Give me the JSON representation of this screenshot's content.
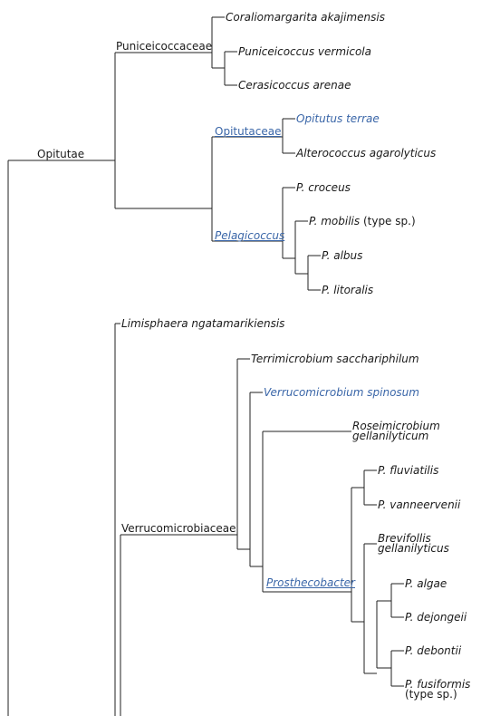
{
  "tree": {
    "opitutae": "Opitutae",
    "puniceicoccaceae": "Puniceicoccaceae",
    "coraliomargarita": "Coraliomargarita akajimensis",
    "puniceicoccus": "Puniceicoccus vermicola",
    "cerasicoccus": "Cerasicoccus arenae",
    "opitutaceae": "Opitutaceae",
    "opitutus": "Opitutus terrae",
    "alterococcus": "Alterococcus agarolyticus",
    "pelagicoccus": "Pelagicoccus",
    "p_croceus": "P. croceus",
    "p_mobilis": "P. mobilis",
    "type_sp": "(type sp.)",
    "p_albus": "P. albus",
    "p_litoralis": "P. litoralis",
    "limisphaera": "Limisphaera ngatamarikiensis",
    "verrucomicrobiaceae": "Verrucomicrobiaceae",
    "terrimicrobium": "Terrimicrobium sacchariphilum",
    "verrucomicrobium": "Verrucomicrobium spinosum",
    "roseimicrobium_1": "Roseimicrobium",
    "roseimicrobium_2": "gellanilyticum",
    "p_fluviatilis": "P. fluviatilis",
    "p_vanneervenii": "P. vanneervenii",
    "brevifollis_1": "Brevifollis",
    "brevifollis_2": "gellanilyticus",
    "prosthecobacter": "Prosthecobacter",
    "p_algae": "P. algae",
    "p_dejongeii": "P. dejongeii",
    "p_debontii": "P. debontii",
    "p_fusiformis": "P. fusiformis",
    "p_fusiformis_type": "(type sp.)"
  },
  "colors": {
    "link": "#3a66a8",
    "line": "#222222"
  }
}
